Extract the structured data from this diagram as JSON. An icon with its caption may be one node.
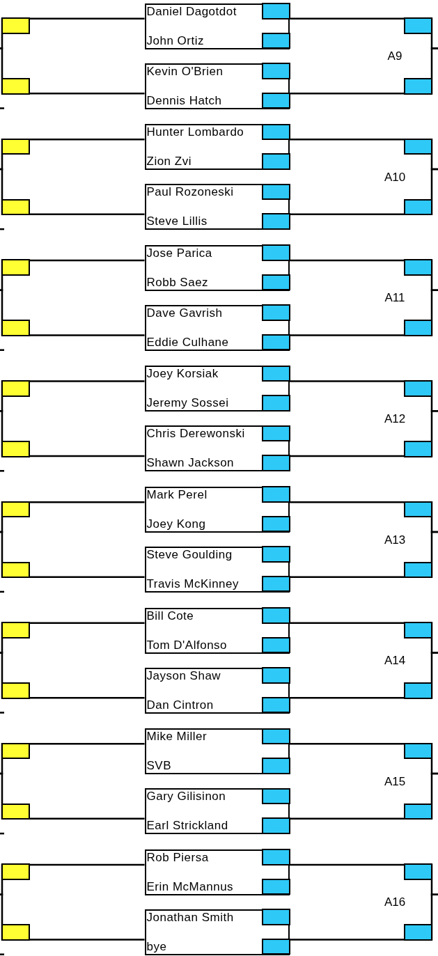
{
  "diagram": {
    "nodes": [
      {
        "text": [
          "Daniel Dagotdot",
          "John Ortiz"
        ]
      },
      {
        "text": [
          "Kevin O'Brien",
          "Dennis Hatch"
        ]
      },
      {
        "text": [
          "Hunter Lombardo",
          "Zion Zvi"
        ]
      },
      {
        "text": [
          "Paul Rozoneski",
          "Steve Lillis"
        ]
      },
      {
        "text": [
          "Jose Parica",
          "Robb Saez"
        ]
      },
      {
        "text": [
          "Dave Gavrish",
          "Eddie Culhane"
        ]
      },
      {
        "text": [
          "Joey Korsiak",
          "Jeremy Sossei"
        ]
      },
      {
        "text": [
          "Chris Derewonski",
          "Shawn Jackson"
        ]
      },
      {
        "text": [
          "Mark Perel",
          "Joey Kong"
        ]
      },
      {
        "text": [
          "Steve Goulding",
          "Travis McKinney"
        ]
      },
      {
        "text": [
          "Bill Cote",
          "Tom D'Alfonso"
        ]
      },
      {
        "text": [
          "Jayson Shaw",
          "Dan Cintron"
        ]
      },
      {
        "text": [
          "Mike Miller",
          "SVB"
        ]
      },
      {
        "text": [
          "Gary Gilisinon",
          "Earl Strickland"
        ]
      },
      {
        "text": [
          "Rob Piersa",
          "Erin McMannus"
        ]
      },
      {
        "text": [
          "Jonathan Smith",
          "bye"
        ]
      }
    ],
    "edges": [
      {
        "from": 0,
        "to": null,
        "arrow": "none"
      },
      {
        "from": 1,
        "to": null,
        "arrow": "none"
      },
      {
        "from": 0,
        "to": null,
        "arrow": "none"
      },
      {
        "from": 1,
        "to": null,
        "arrow": "none"
      },
      {
        "from": 2,
        "to": null,
        "arrow": "none"
      },
      {
        "from": 3,
        "to": null,
        "arrow": "none"
      },
      {
        "from": 2,
        "to": null,
        "arrow": "none"
      },
      {
        "from": 3,
        "to": null,
        "arrow": "none"
      },
      {
        "from": 4,
        "to": null,
        "arrow": "none"
      },
      {
        "from": 5,
        "to": null,
        "arrow": "none"
      },
      {
        "from": 4,
        "to": null,
        "arrow": "none"
      },
      {
        "from": 5,
        "to": null,
        "arrow": "none"
      },
      {
        "from": 6,
        "to": null,
        "arrow": "none"
      },
      {
        "from": 7,
        "to": null,
        "arrow": "none"
      },
      {
        "from": 6,
        "to": null,
        "arrow": "none"
      },
      {
        "from": 7,
        "to": null,
        "arrow": "none"
      },
      {
        "from": 8,
        "to": null,
        "arrow": "none"
      },
      {
        "from": 9,
        "to": null,
        "arrow": "none"
      },
      {
        "from": 8,
        "to": null,
        "arrow": "none"
      },
      {
        "from": 9,
        "to": null,
        "arrow": "none"
      },
      {
        "from": 10,
        "to": null,
        "arrow": "none"
      },
      {
        "from": 11,
        "to": null,
        "arrow": "none"
      },
      {
        "from": 10,
        "to": null,
        "arrow": "none"
      },
      {
        "from": 11,
        "to": null,
        "arrow": "none"
      },
      {
        "from": 12,
        "to": null,
        "arrow": "none"
      },
      {
        "from": 13,
        "to": null,
        "arrow": "none"
      },
      {
        "from": 12,
        "to": null,
        "arrow": "none"
      },
      {
        "from": 13,
        "to": null,
        "arrow": "none"
      },
      {
        "from": 14,
        "to": null,
        "arrow": "none"
      },
      {
        "from": 15,
        "to": null,
        "arrow": "none"
      },
      {
        "from": 14,
        "to": null,
        "arrow": "none"
      },
      {
        "from": 15,
        "to": null,
        "arrow": "none"
      }
    ],
    "labels": [
      "A9",
      "A10",
      "A11",
      "A12",
      "A13",
      "A14",
      "A15",
      "A16"
    ]
  }
}
